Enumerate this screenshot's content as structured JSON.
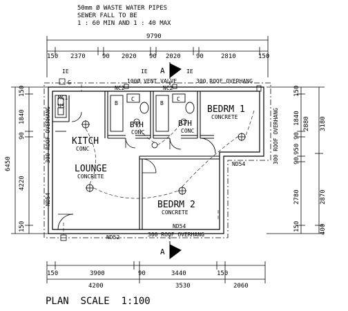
{
  "notes": {
    "line1": "50mm Ø WASTE WATER PIPES",
    "line2": "SEWER FALL TO BE",
    "line3": "1 : 60 MIN AND 1 : 40 MAX"
  },
  "top_dims": {
    "overall": "9790",
    "parts": [
      "150",
      "2370",
      "90",
      "2020",
      "90",
      "2020",
      "90",
      "2810",
      "150"
    ]
  },
  "bottom_dims": {
    "row1": [
      "150",
      "3900",
      "90",
      "3440",
      "150"
    ],
    "row2": [
      "4200",
      "3530",
      "2060"
    ]
  },
  "left_dims": {
    "overall": "6450",
    "parts": [
      "150",
      "1840",
      "90",
      "4220",
      "150"
    ]
  },
  "right_dims": {
    "inner": [
      "150",
      "1840",
      "90",
      "950",
      "90",
      "2780",
      "150"
    ],
    "outer": [
      "2880",
      "3180",
      "2870",
      "400"
    ]
  },
  "rooms": {
    "kitchen": "KITCH",
    "kitchen_floor": "CONC",
    "lounge": "LOUNGE",
    "lounge_floor": "CONCRETE",
    "bath1": "BTH",
    "bath1_floor": "CONC",
    "bath2": "BTH",
    "bath2_floor": "CONC",
    "bed1": "BEDRM 1",
    "bed1_floor": "CONCRETE",
    "bed2": "BEDRM 2",
    "bed2_floor": "CONCRETE"
  },
  "labels": {
    "vent": "100Ø VENT VALVE",
    "roof_top": "300 ROOF OVERHANG",
    "roof_left": "300 ROOF OVERHANG",
    "roof_right": "300 ROOF OVERHANG",
    "roof_bottom": "300 ROOF OVERHANG",
    "section": "A",
    "ie": "IE",
    "g": "G",
    "mc": "MC1",
    "us": "US",
    "nc": "NC2",
    "b": "B",
    "c": "C",
    "nd54_a": "ND54",
    "nd54_b": "ND54",
    "nd54_c": "ND54",
    "nd52": "ND52"
  },
  "caption": "PLAN  SCALE  1:100"
}
